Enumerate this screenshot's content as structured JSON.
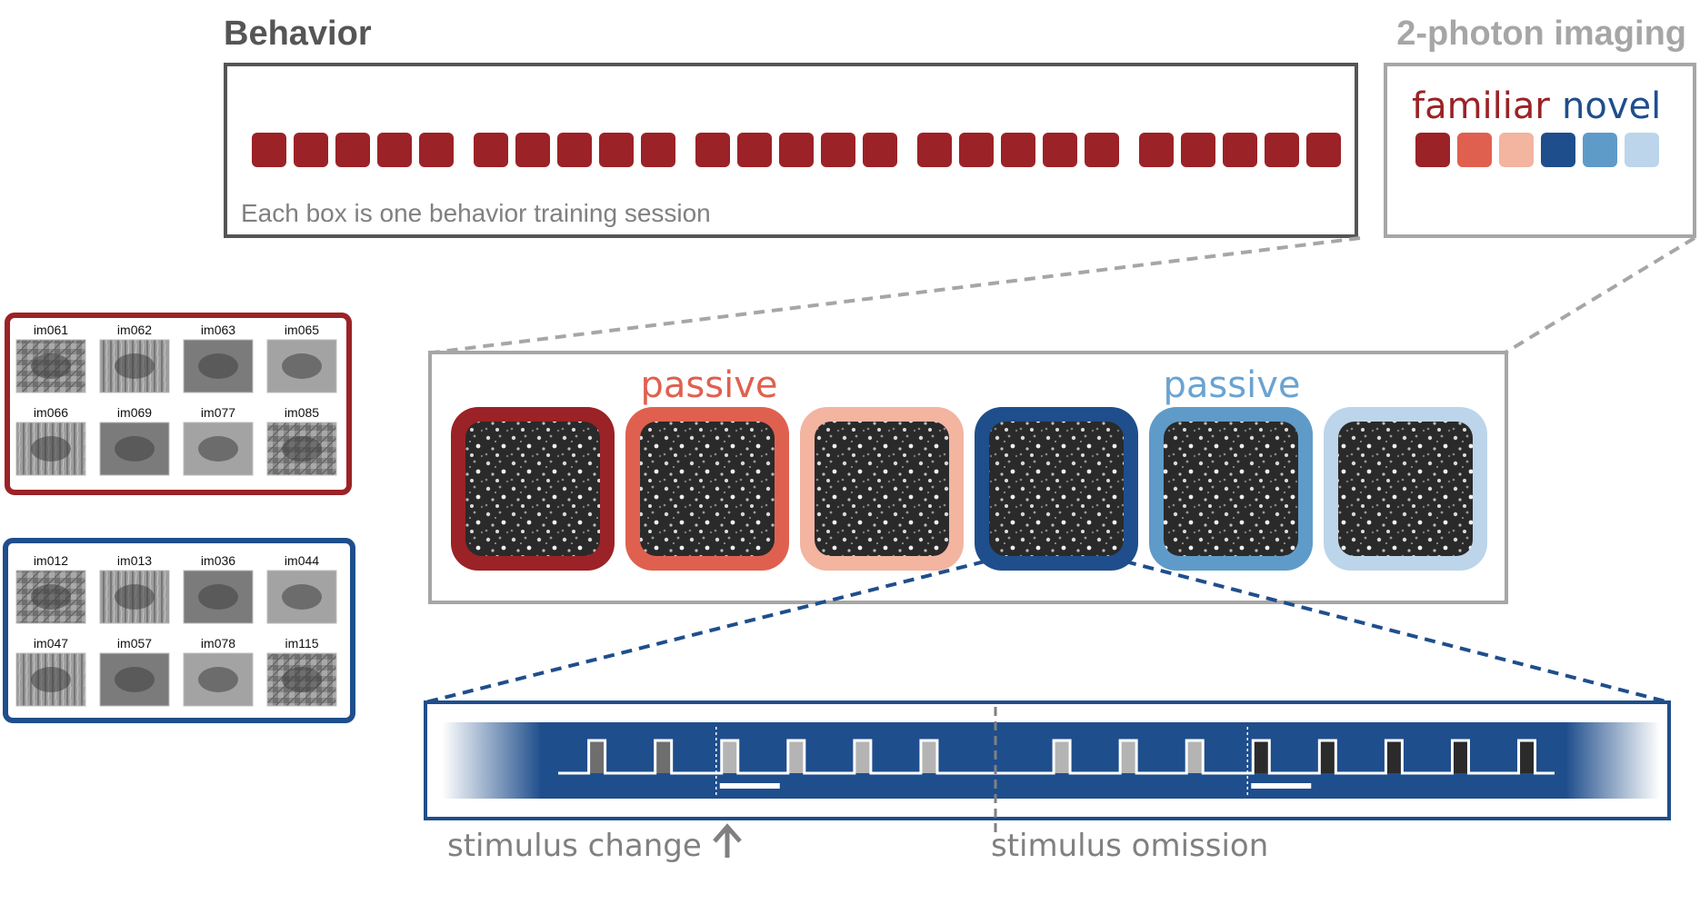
{
  "behavior": {
    "title": "Behavior",
    "caption": "Each box is one behavior training session",
    "session_count": 25,
    "session_groups": [
      5,
      5,
      5,
      5,
      5
    ],
    "session_color": "#9b2226"
  },
  "imaging": {
    "title": "2-photon imaging",
    "familiar_label": "familiar",
    "novel_label": "novel",
    "session_colors": [
      "#9b2226",
      "#e0604f",
      "#f3b4a0",
      "#1f4e8c",
      "#5f9bc8",
      "#bcd5ea"
    ]
  },
  "sessions": {
    "passive_label_familiar": "passive",
    "passive_label_novel": "passive",
    "familiar_passive_color": "#e0604f",
    "novel_passive_color": "#6aa3d1"
  },
  "image_sets": {
    "familiar": {
      "border_color": "#9b2226",
      "images": [
        "im061",
        "im062",
        "im063",
        "im065",
        "im066",
        "im069",
        "im077",
        "im085"
      ]
    },
    "novel": {
      "border_color": "#1f4e8c",
      "images": [
        "im012",
        "im013",
        "im036",
        "im044",
        "im047",
        "im057",
        "im078",
        "im115"
      ]
    }
  },
  "timeline": {
    "change_label": "stimulus change",
    "omission_label": "stimulus omission",
    "bar_color": "#1f4e8c",
    "stimulus_shades": [
      "#6e6e6e",
      "#6e6e6e",
      "#b4b4b4",
      "#b4b4b4",
      "#b4b4b4",
      "#b4b4b4",
      "omit",
      "#b4b4b4",
      "#b4b4b4",
      "#b4b4b4",
      "#2b2b2b",
      "#2b2b2b",
      "#2b2b2b",
      "#2b2b2b",
      "#2b2b2b"
    ]
  },
  "colors": {
    "frame_gray": "#555555",
    "light_gray": "#a6a6a6",
    "dashed_gray": "#a6a6a6",
    "dashed_blue": "#1f4e8c",
    "caption_gray": "#808080"
  }
}
